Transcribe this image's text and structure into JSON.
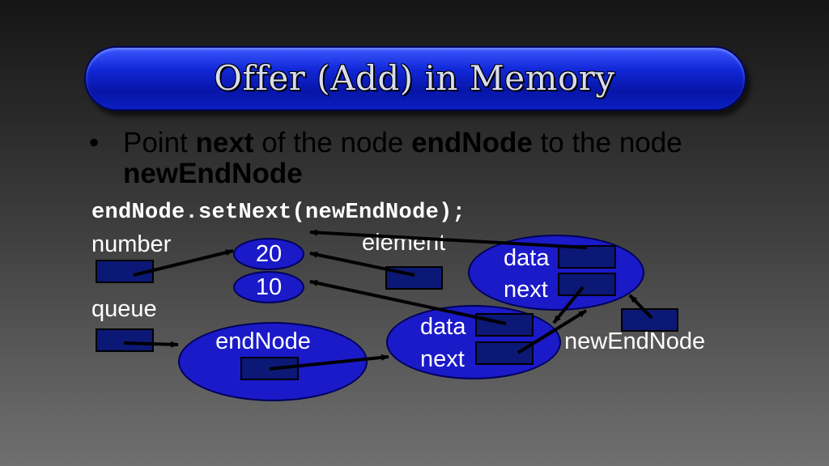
{
  "title": "Offer (Add) in Memory",
  "bullet": {
    "symbol": "•",
    "t1": "Point ",
    "b1": "next",
    "t2": " of the node ",
    "b2": "endNode",
    "t3": " to the node ",
    "b3": "newEndNode"
  },
  "code": "endNode.setNext(newEndNode);",
  "labels": {
    "number": "number",
    "element": "element",
    "queue": "queue",
    "newEndNode": "newEndNode"
  },
  "values": {
    "v20": "20",
    "v10": "10"
  },
  "nodes": {
    "endNode": "endNode",
    "node1_data": "data",
    "node1_next": "next",
    "node2_data": "data",
    "node2_next": "next"
  },
  "colors": {
    "title_bar": "#1228d8",
    "node_fill": "#1a1ac8",
    "pointer_box": "#0b1875",
    "text": "#ffffff"
  }
}
